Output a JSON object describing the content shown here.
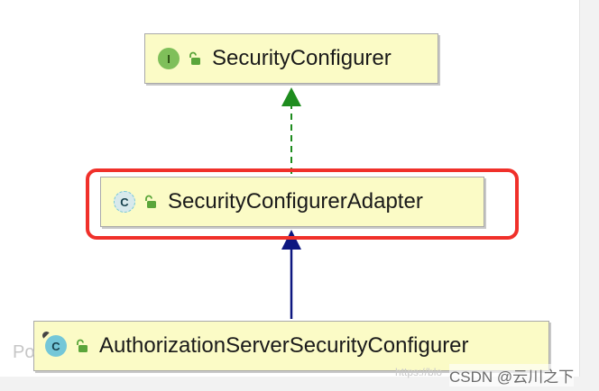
{
  "diagram": {
    "nodes": [
      {
        "id": "security-configurer",
        "badge": "I",
        "kind": "interface",
        "label": "SecurityConfigurer"
      },
      {
        "id": "security-configurer-adapter",
        "badge": "C",
        "kind": "abstract-class",
        "label": "SecurityConfigurerAdapter"
      },
      {
        "id": "authorization-server-security-configurer",
        "badge": "C",
        "kind": "class",
        "label": "AuthorizationServerSecurityConfigurer"
      }
    ],
    "edges": [
      {
        "from": "security-configurer-adapter",
        "to": "security-configurer",
        "type": "implements",
        "color": "#1e8c1e"
      },
      {
        "from": "authorization-server-security-configurer",
        "to": "security-configurer-adapter",
        "type": "extends",
        "color": "#0d1780"
      }
    ],
    "highlight_color": "#f0302a"
  },
  "watermark": {
    "left_fragment": "Po",
    "url_fragment": "https://blo",
    "brand": "CSDN @云川之下"
  }
}
